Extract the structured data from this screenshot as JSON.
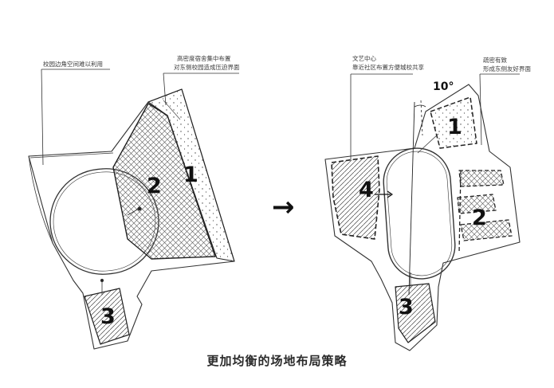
{
  "caption": "更加均衡的场地布局策略",
  "arrow_symbol": "→",
  "left_diagram": {
    "notes": {
      "corner": "校园边角空间难以利用",
      "dorm_line1": "高密度宿舍集中布置",
      "dorm_line2": "对东侧校园造成压迫界面"
    },
    "zones": {
      "z1": "1",
      "z2": "2",
      "z3": "3"
    }
  },
  "right_diagram": {
    "notes": {
      "arts_line1": "文艺中心",
      "arts_line2": "靠近社区布置方便城校共享",
      "sparse_line1": "疏密有致",
      "sparse_line2": "形成东侧友好界面"
    },
    "angle": "10°",
    "zones": {
      "z1": "1",
      "z2": "2",
      "z3": "3",
      "z4": "4"
    }
  }
}
